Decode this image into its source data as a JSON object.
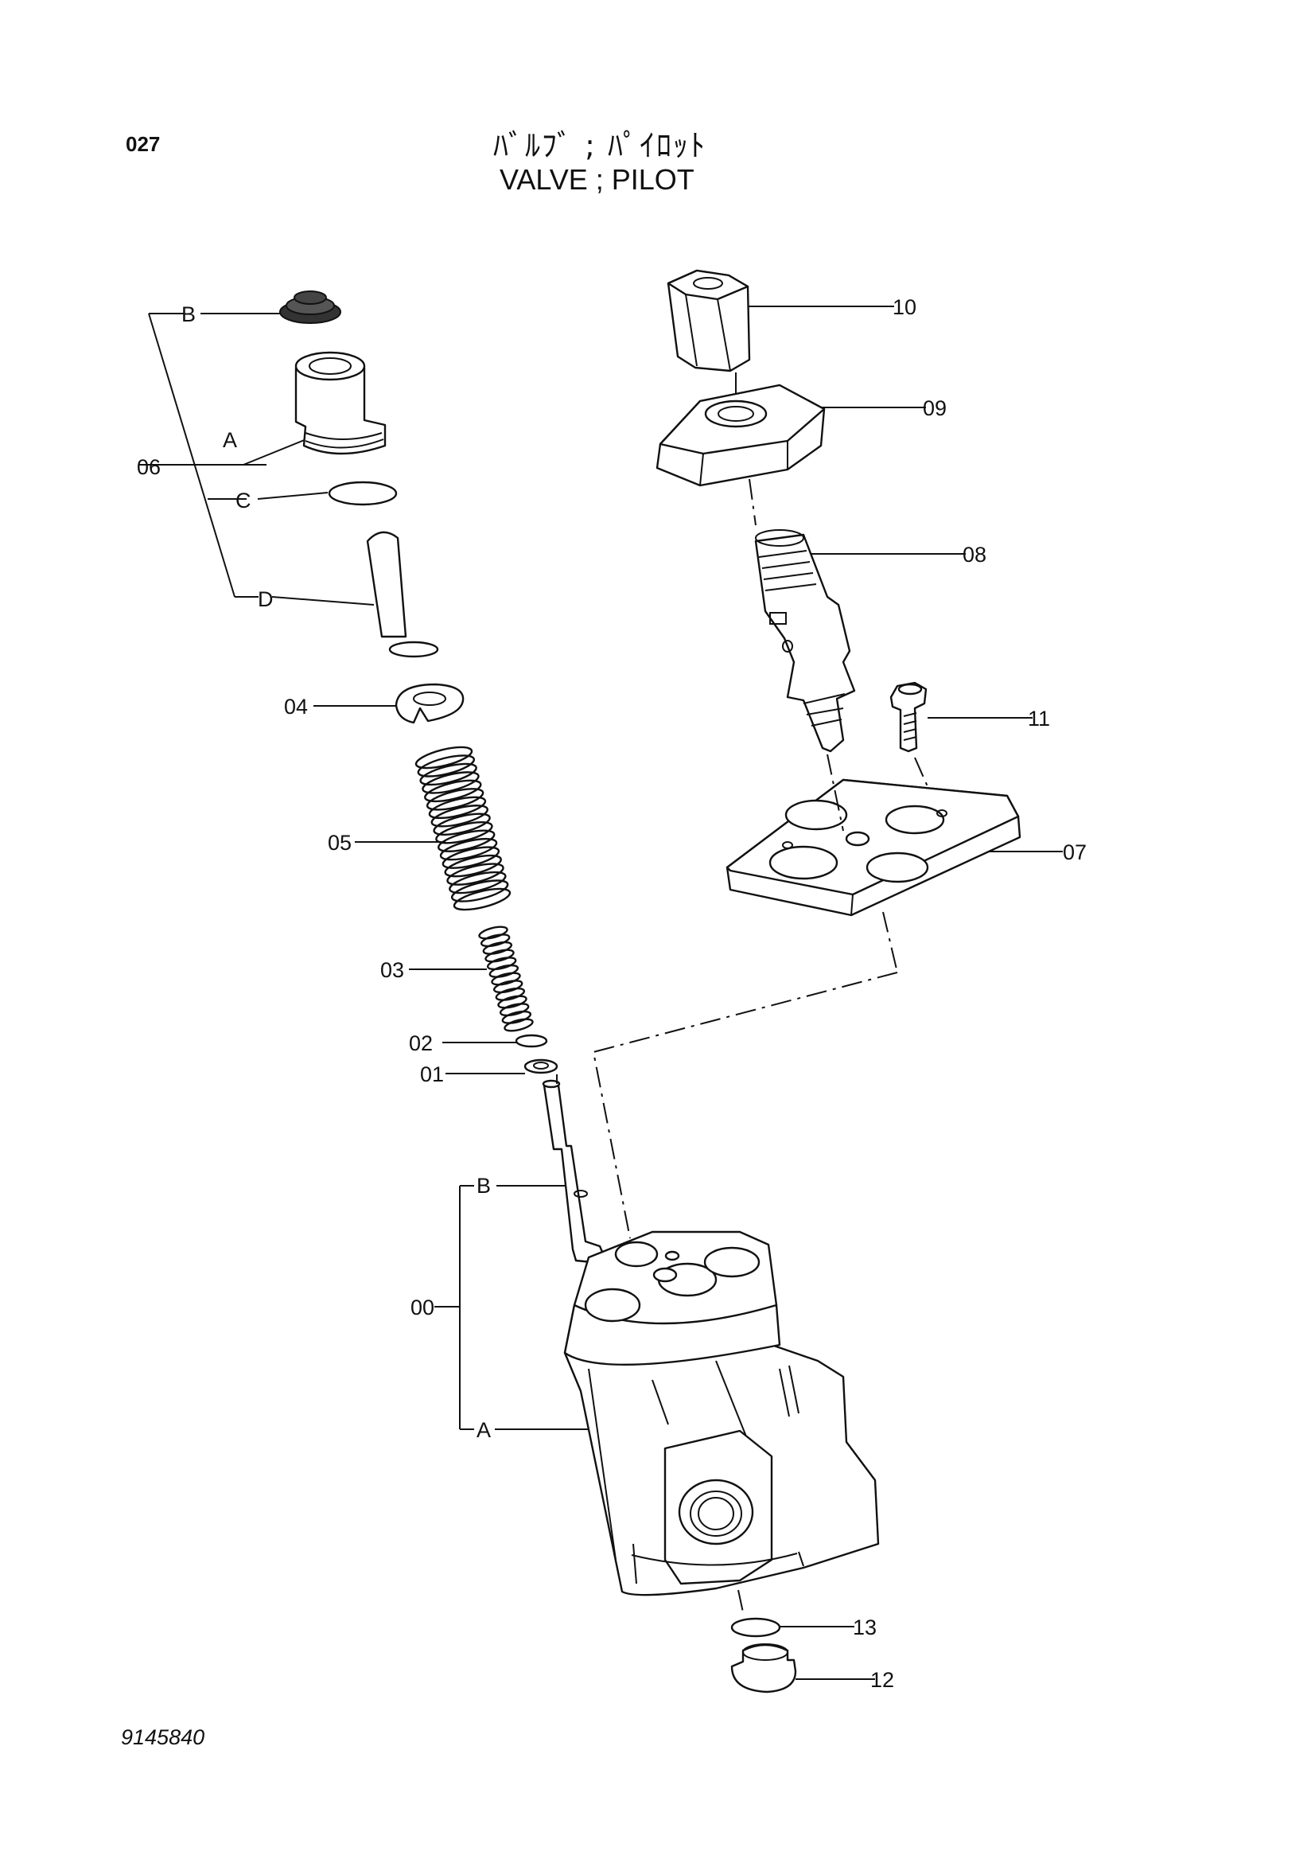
{
  "header": {
    "page_number": "027",
    "title_ja": "ﾊﾞﾙﾌﾞ ; ﾊﾟｲﾛｯﾄ",
    "title_en": "VALVE ; PILOT"
  },
  "footer": {
    "doc_code": "9145840"
  },
  "callouts": {
    "p00": "00",
    "p00_a": "A",
    "p00_b": "B",
    "p01": "01",
    "p02": "02",
    "p03": "03",
    "p04": "04",
    "p05": "05",
    "p06": "06",
    "p06_a": "A",
    "p06_b": "B",
    "p06_c": "C",
    "p06_d": "D",
    "p07": "07",
    "p08": "08",
    "p09": "09",
    "p10": "10",
    "p11": "11",
    "p12": "12",
    "p13": "13"
  }
}
